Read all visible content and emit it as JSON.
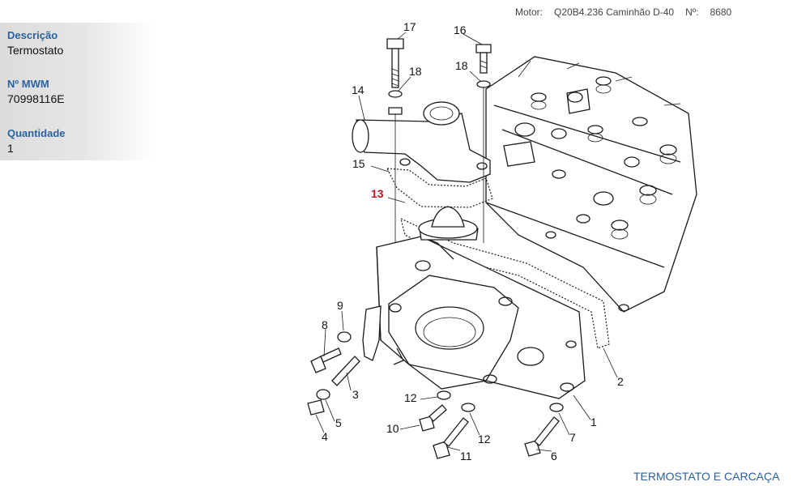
{
  "header": {
    "motor_label": "Motor:",
    "motor_value": "Q20B4.236 Caminhão D-40",
    "number_label": "Nº:",
    "number_value": "8680"
  },
  "details": {
    "descricao_label": "Descrição",
    "descricao_value": "Termostato",
    "mwm_label": "Nº MWM",
    "mwm_value": "70998116E",
    "quantidade_label": "Quantidade",
    "quantidade_value": "1"
  },
  "diagram": {
    "highlighted_part": "13",
    "callouts": [
      "17",
      "16",
      "18",
      "18",
      "14",
      "15",
      "13",
      "9",
      "8",
      "3",
      "5",
      "4",
      "12",
      "10",
      "11",
      "12",
      "2",
      "1",
      "7",
      "6"
    ]
  },
  "footer": {
    "section_title": "TERMOSTATO E CARCAÇA"
  },
  "colors": {
    "label_blue": "#2a63a2",
    "highlight_red": "#c0141c",
    "panel_gray": "#dcdcdc"
  }
}
